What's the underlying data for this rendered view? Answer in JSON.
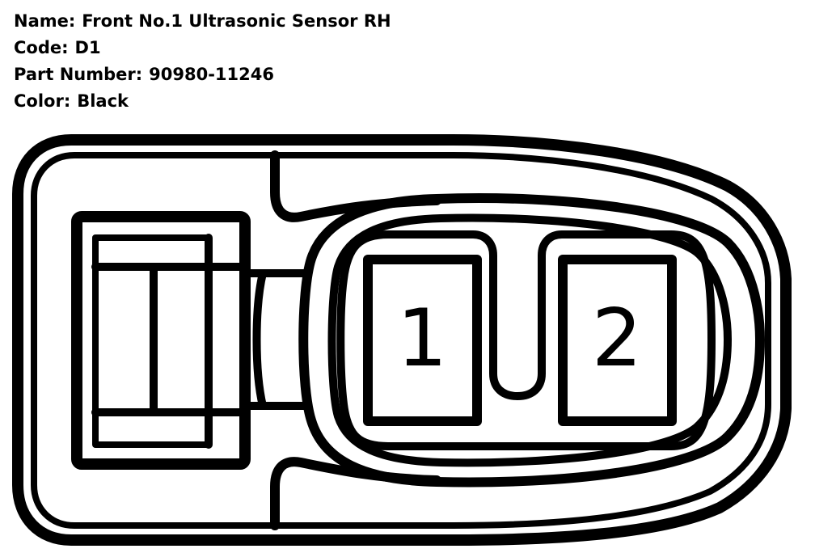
{
  "info": {
    "name_label": "Name:",
    "name_value": "Front No.1 Ultrasonic Sensor RH",
    "code_label": "Code:",
    "code_value": "D1",
    "part_label": "Part Number:",
    "part_value": "90980-11246",
    "color_label": "Color:",
    "color_value": "Black"
  },
  "pins": [
    {
      "number": "1"
    },
    {
      "number": "2"
    }
  ]
}
